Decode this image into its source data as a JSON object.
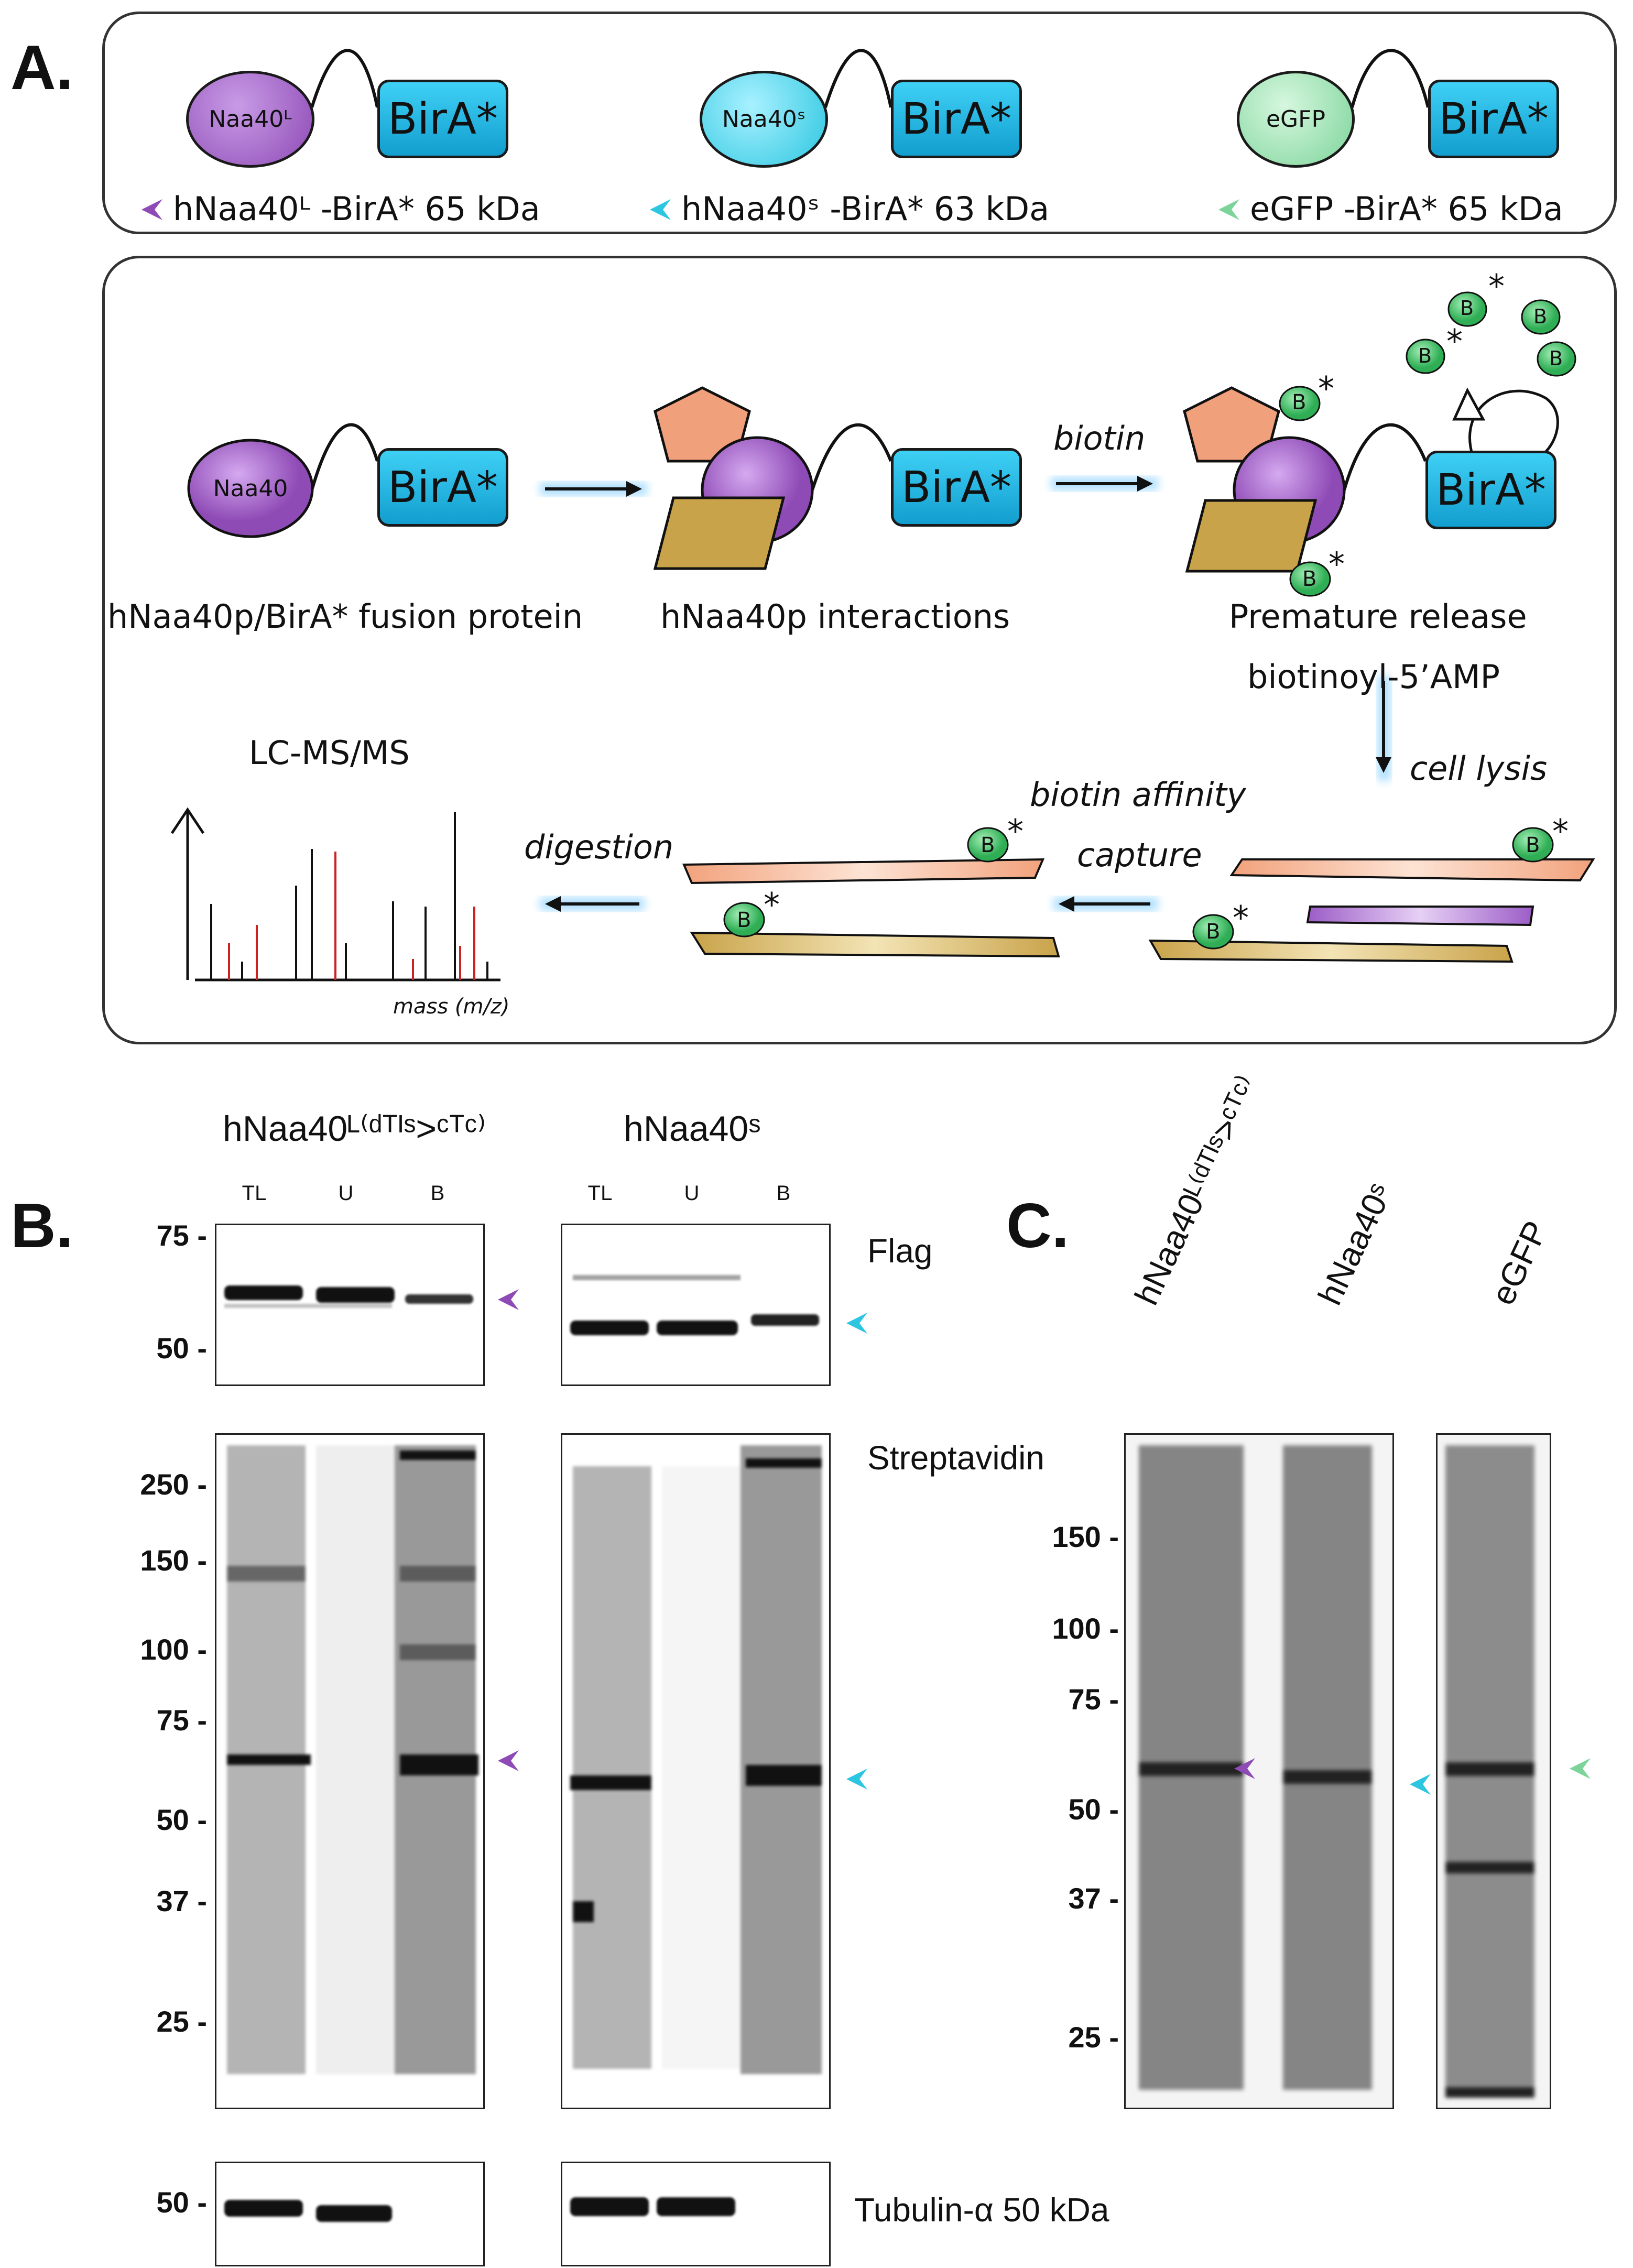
{
  "panels": {
    "a": "A.",
    "b": "B.",
    "c": "C."
  },
  "constructs": [
    {
      "circle": "Naa40ᴸ",
      "birA": "BirA*",
      "caption": "hNaa40ᴸ -BirA* 65 kDa",
      "color": "#8e4ab5"
    },
    {
      "circle": "Naa40ˢ",
      "birA": "BirA*",
      "caption": "hNaa40ˢ -BirA* 63 kDa",
      "color": "#2cc6e0"
    },
    {
      "circle": "eGFP",
      "birA": "BirA*",
      "caption": "eGFP -BirA* 65 kDa",
      "color": "#7cd49a"
    }
  ],
  "workflow": {
    "fusion_circle": "Naa40",
    "birA": "BirA*",
    "fusion_label": "hNaa40p/BirA* fusion protein",
    "interactions_label": "hNaa40p interactions",
    "biotin_label": "biotin",
    "release_label_1": "Premature release",
    "release_label_2": "biotinoyl-5’AMP",
    "b_marker": "B",
    "star": "*",
    "cell_lysis": "cell lysis",
    "affinity_1": "biotin affinity",
    "affinity_2": "capture",
    "digestion": "digestion",
    "lcms_title": "LC-MS/MS",
    "mass_axis": "mass (m/z)"
  },
  "panel_b": {
    "headers": [
      "hNaa40ᴸ⁽ᵈᵀᴵˢ>ᶜᵀᶜ⁾",
      "hNaa40ˢ"
    ],
    "lanes": [
      "TL",
      "U",
      "B"
    ],
    "flag_label": "Flag",
    "strep_label": "Streptavidin",
    "tubulin_label": "Tubulin-α 50 kDa",
    "flag_mw": [
      "75 -",
      "50 -"
    ],
    "strep_mw": [
      "250 -",
      "150 -",
      "100 -",
      "75 -",
      "50 -",
      "37 -",
      "25 -"
    ],
    "tub_mw": [
      "50 -"
    ]
  },
  "panel_c": {
    "lanes": [
      "hNaa40ᴸ⁽ᵈᵀᴵˢ>ᶜᵀᶜ⁾",
      "hNaa40ˢ",
      "eGFP"
    ],
    "mw": [
      "150 -",
      "100 -",
      "75 -",
      "50 -",
      "37 -",
      "25 -"
    ]
  },
  "colors": {
    "purple": "#8e4ab5",
    "cyan": "#2cc6e0",
    "green": "#7cd49a",
    "birA": "#1fb3e0",
    "orange": "#f0a07a",
    "gold": "#c9a34a"
  }
}
